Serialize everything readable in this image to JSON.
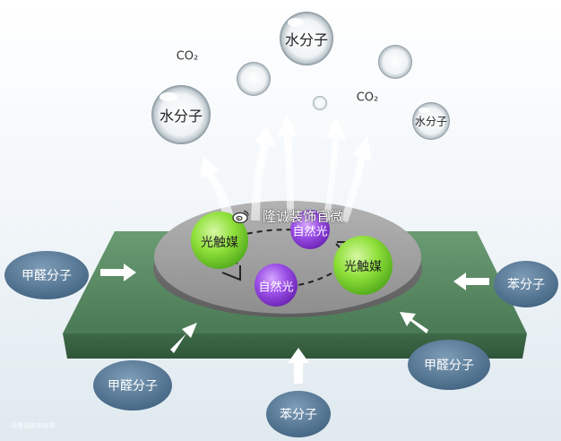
{
  "watermark": {
    "text": "隆诚装饰官微",
    "icon": "weibo-icon"
  },
  "credit": "@隆诚装饰官微",
  "molecules": {
    "water_1": "水分子",
    "water_2": "水分子",
    "water_3": "水分子",
    "co2_1": "CO₂",
    "co2_2": "CO₂"
  },
  "catalyst": {
    "label_left": "光触媒",
    "label_right": "光触媒"
  },
  "light": {
    "label_top": "自然光",
    "label_bottom": "自然光"
  },
  "pollutants": {
    "formaldehyde_left": "甲醛分子",
    "benzene_right": "苯分子",
    "formaldehyde_bottom_left": "甲醛分子",
    "benzene_bottom": "苯分子",
    "formaldehyde_bottom_right": "甲醛分子"
  },
  "colors": {
    "board": "#4e7d59",
    "disc": "#9a9a9a",
    "catalyst": "#7ed321",
    "light": "#8a3fd1",
    "pollutant": "#4f7391"
  }
}
